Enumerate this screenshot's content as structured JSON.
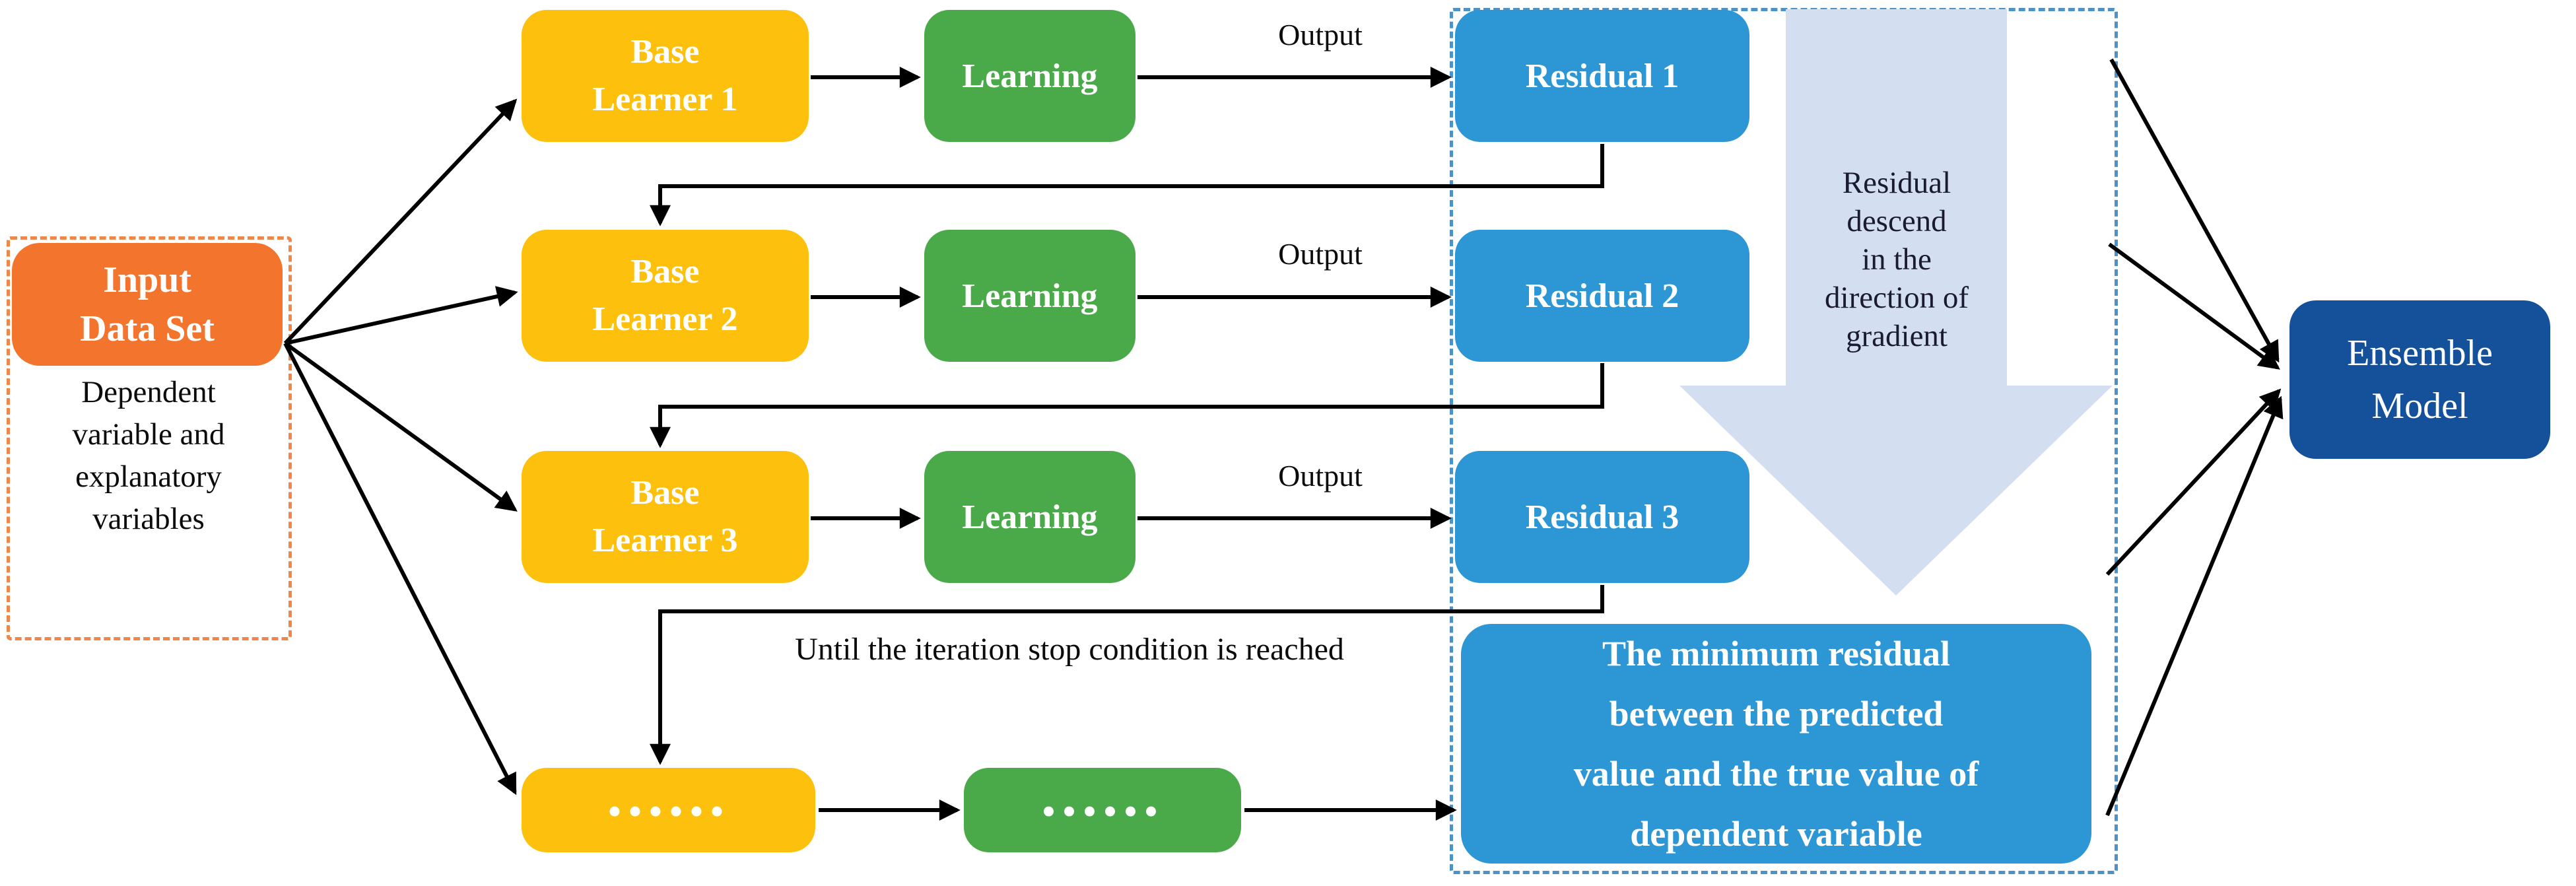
{
  "theme": {
    "orange": "#F3752D",
    "orange_dash": "#F0874A",
    "yellow": "#FDC10D",
    "green": "#4AAA49",
    "blue": "#2D96D4",
    "navy": "#14519A",
    "dashed_blue": "#4C92C6",
    "arrow_fill": "#D3DEF0",
    "text_dark": "#1A1A33",
    "line": "#000000"
  },
  "input": {
    "title_lines": [
      "Input",
      "Data Set"
    ],
    "subtitle_lines": [
      "Dependent",
      "variable and",
      "explanatory",
      "variables"
    ]
  },
  "learners": [
    {
      "name_lines": [
        "Base",
        "Learner 1"
      ]
    },
    {
      "name_lines": [
        "Base",
        "Learner 2"
      ]
    },
    {
      "name_lines": [
        "Base",
        "Learner 3"
      ]
    }
  ],
  "learning_label": "Learning",
  "output_label": "Output",
  "residuals": [
    "Residual 1",
    "Residual 2",
    "Residual 3"
  ],
  "dots": "......",
  "iteration_note": "Until the iteration stop condition is reached",
  "gradient_note_lines": [
    "Residual",
    "descend",
    "in the",
    "direction of",
    "gradient"
  ],
  "min_residual_lines": [
    "The minimum residual",
    "between the predicted",
    "value and the true value of",
    "dependent variable"
  ],
  "ensemble_lines": [
    "Ensemble",
    "Model"
  ]
}
